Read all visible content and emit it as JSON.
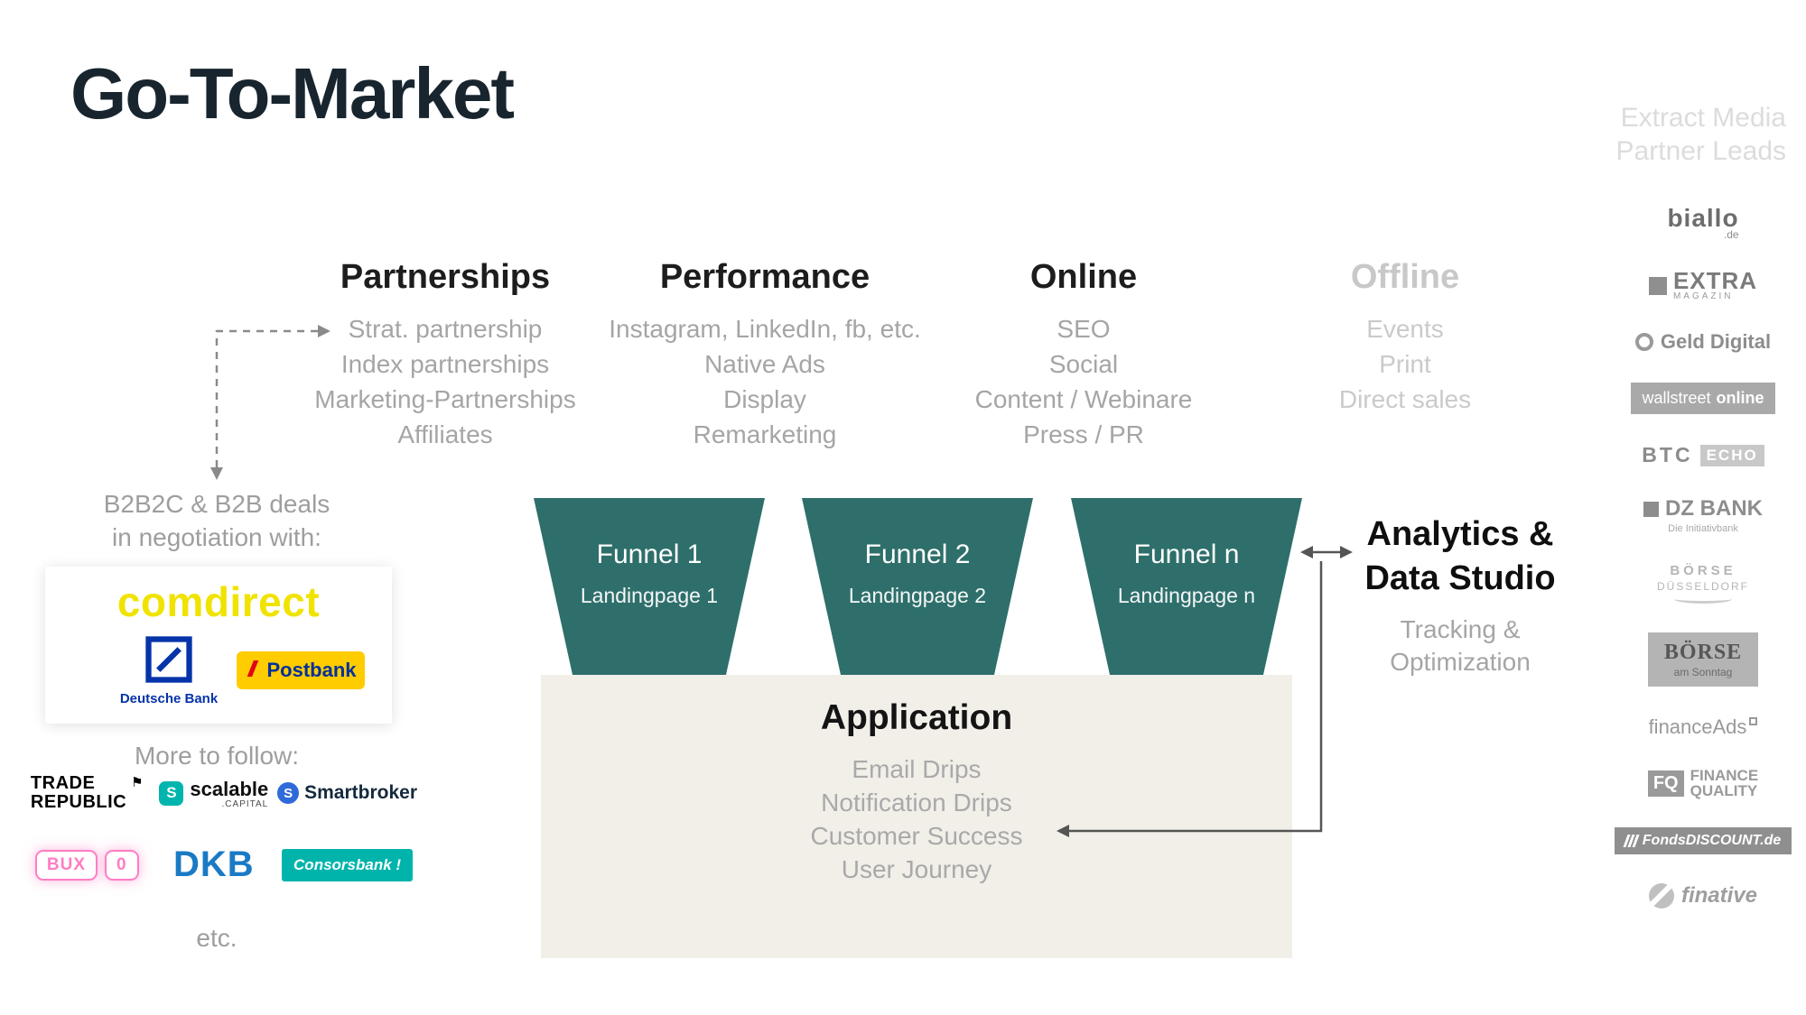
{
  "title": "Go-To-Market",
  "corner_note": {
    "line1": "Extract Media",
    "line2": "Partner Leads"
  },
  "columns": [
    {
      "header": "Partnerships",
      "items": [
        "Strat. partnership",
        "Index partnerships",
        "Marketing-Partnerships",
        "Affiliates"
      ]
    },
    {
      "header": "Performance",
      "items": [
        "Instagram, LinkedIn, fb, etc.",
        "Native Ads",
        "Display",
        "Remarketing"
      ]
    },
    {
      "header": "Online",
      "items": [
        "SEO",
        "Social",
        "Content / Webinare",
        "Press / PR"
      ]
    },
    {
      "header": "Offline",
      "items": [
        "Events",
        "Print",
        "Direct sales"
      ]
    }
  ],
  "negotiation": {
    "line1": "B2B2C & B2B deals",
    "line2": "in negotiation with:",
    "comdirect": "comdirect",
    "deutsche_bank": "Deutsche Bank",
    "postbank": "Postbank",
    "more_label": "More to follow:",
    "trade_republic_line1": "TRADE",
    "trade_republic_line2": "REPUBLIC",
    "scalable_name": "scalable",
    "scalable_suffix": ".CAPITAL",
    "smartbroker": "Smartbroker",
    "bux": "BUX",
    "bux_zero": "0",
    "dkb": "DKB",
    "consorsbank": "Consorsbank !",
    "etc_label": "etc."
  },
  "funnels": [
    {
      "title": "Funnel 1",
      "subtitle": "Landingpage 1"
    },
    {
      "title": "Funnel 2",
      "subtitle": "Landingpage 2"
    },
    {
      "title": "Funnel n",
      "subtitle": "Landingpage n"
    }
  ],
  "application": {
    "title": "Application",
    "items": [
      "Email Drips",
      "Notification Drips",
      "Customer Success",
      "User Journey"
    ]
  },
  "analytics": {
    "line1": "Analytics &",
    "line2": "Data Studio",
    "sub1": "Tracking &",
    "sub2": "Optimization"
  },
  "media": [
    {
      "name": "biallo",
      "suffix": ".de"
    },
    {
      "name": "EXTRA",
      "suffix": "MAGAZIN"
    },
    {
      "name": "Geld Digital"
    },
    {
      "name": "wallstreet",
      "suffix": "online"
    },
    {
      "name": "BTC",
      "suffix": "ECHO"
    },
    {
      "name": "DZ BANK",
      "suffix": "Die Initiativbank"
    },
    {
      "name": "BÖRSE",
      "suffix": "DÜSSELDORF"
    },
    {
      "name": "BÖRSE",
      "suffix": "am Sonntag"
    },
    {
      "name": "financeAds"
    },
    {
      "prefix": "FQ",
      "name": "FINANCE",
      "suffix": "QUALITY"
    },
    {
      "name": "FondsDISCOUNT.de"
    },
    {
      "name": "finative"
    }
  ],
  "colors": {
    "funnel_teal": "#2e6f6b",
    "application_bg": "#f2efe9",
    "comdirect_yellow": "#f0e300",
    "postbank_yellow": "#ffcc00",
    "deutsche_bank_blue": "#0533a9",
    "dkb_blue": "#1a7ac4",
    "consorsbank_teal": "#00b4ac",
    "bux_pink": "#ff7dc3",
    "muted_gray": "#a5a5a5"
  }
}
